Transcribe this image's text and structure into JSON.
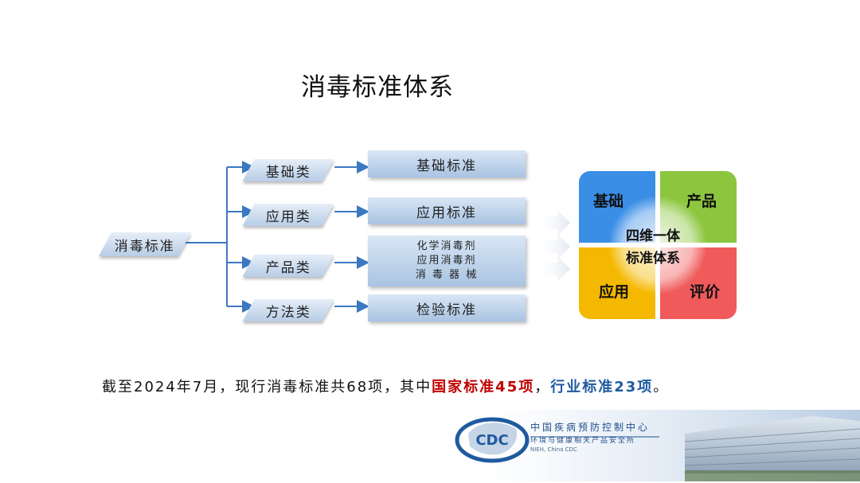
{
  "title": "消毒标准体系",
  "root": {
    "label": "消毒标准"
  },
  "categories": [
    {
      "label": "基础类",
      "standard_lines": [
        "基础标准"
      ]
    },
    {
      "label": "应用类",
      "standard_lines": [
        "应用标准"
      ]
    },
    {
      "label": "产品类",
      "standard_lines": [
        "化学消毒剂",
        "应用消毒剂",
        "消 毒 器 械"
      ]
    },
    {
      "label": "方法类",
      "standard_lines": [
        "检验标准"
      ]
    }
  ],
  "quadrant": {
    "top_left": "基础",
    "top_right": "产品",
    "bottom_left": "应用",
    "bottom_right": "评价",
    "center_line1": "四维一体",
    "center_line2": "标准体系",
    "colors": {
      "top_left": "#3a8ee6",
      "top_right": "#8cc63f",
      "bottom_left": "#f5b800",
      "bottom_right": "#f05a5a"
    }
  },
  "summary": {
    "part1": "截至2024年7月，现行消毒标准共68项，其中",
    "national": "国家标准45项",
    "sep": "，",
    "industry": "行业标准23项",
    "end": "。"
  },
  "logo": {
    "badge": "CDC",
    "org_cn": "中国疾病预防控制中心",
    "dept_cn": "环境与健康相关产品安全所",
    "dept_en": "NIEH, China CDC"
  }
}
